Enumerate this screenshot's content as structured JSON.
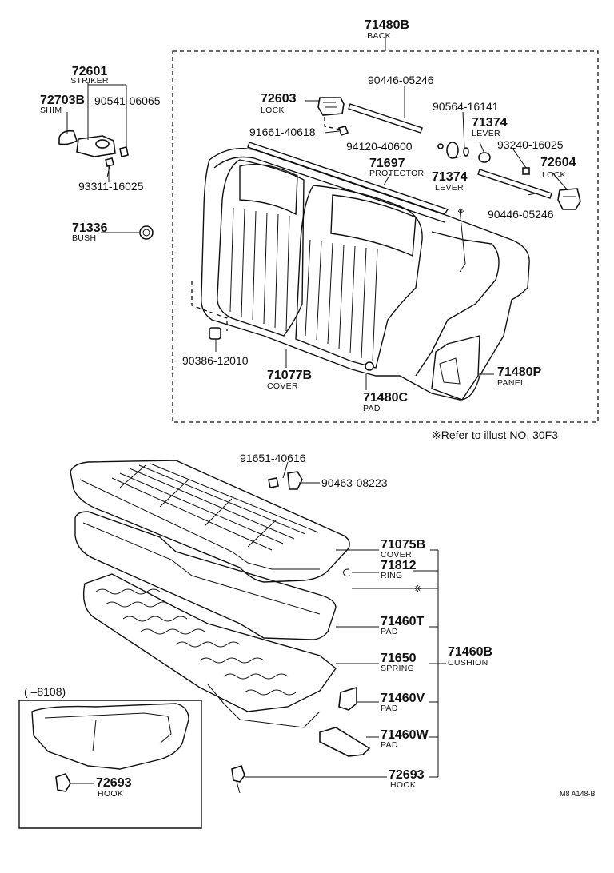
{
  "diagram": {
    "parts": {
      "back_assy": {
        "number": "71480B",
        "name": "BACK"
      },
      "lock_left": {
        "number": "72603",
        "name": "LOCK"
      },
      "bolt_upper": {
        "number": "90446-05246"
      },
      "nut_lock": {
        "number": "91661-40618"
      },
      "clip_lever": {
        "number": "90564-16141"
      },
      "lever_upper": {
        "number": "71374",
        "name": "LEVER"
      },
      "washer_lever": {
        "number": "94120-40600"
      },
      "screw_lock": {
        "number": "93240-16025"
      },
      "protector": {
        "number": "71697",
        "name": "PROTECTOR"
      },
      "lock_right": {
        "number": "72604",
        "name": "LOCK"
      },
      "lever_lower": {
        "number": "71374",
        "name": "LEVER"
      },
      "bolt_lower": {
        "number": "90446-05246"
      },
      "clip_back": {
        "number": "90386-12010"
      },
      "back_cover": {
        "number": "71077B",
        "name": "COVER"
      },
      "back_pad": {
        "number": "71480C",
        "name": "PAD"
      },
      "back_panel": {
        "number": "71480P",
        "name": "PANEL"
      },
      "striker": {
        "number": "72601",
        "name": "STRIKER"
      },
      "shim": {
        "number": "72703B",
        "name": "SHIM"
      },
      "screw_striker": {
        "number": "90541-06065"
      },
      "bolt_striker": {
        "number": "93311-16025"
      },
      "bush": {
        "number": "71336",
        "name": "BUSH"
      },
      "nut_hook": {
        "number": "91651-40616"
      },
      "hook_screw": {
        "number": "90463-08223"
      },
      "cushion_cover": {
        "number": "71075B",
        "name": "COVER"
      },
      "ring": {
        "number": "71812",
        "name": "RING"
      },
      "cushion_pad_t": {
        "number": "71460T",
        "name": "PAD"
      },
      "spring": {
        "number": "71650",
        "name": "SPRING"
      },
      "cushion_assy": {
        "number": "71460B",
        "name": "CUSHION"
      },
      "pad_v": {
        "number": "71460V",
        "name": "PAD"
      },
      "pad_w": {
        "number": "71460W",
        "name": "PAD"
      },
      "hook_main": {
        "number": "72693",
        "name": "HOOK"
      },
      "hook_inset": {
        "number": "72693",
        "name": "HOOK"
      }
    },
    "reference_note": "※Refer to illust NO. 30F3",
    "inset_label": "(     –8108)",
    "drawing_code": "M8 A148-B"
  }
}
